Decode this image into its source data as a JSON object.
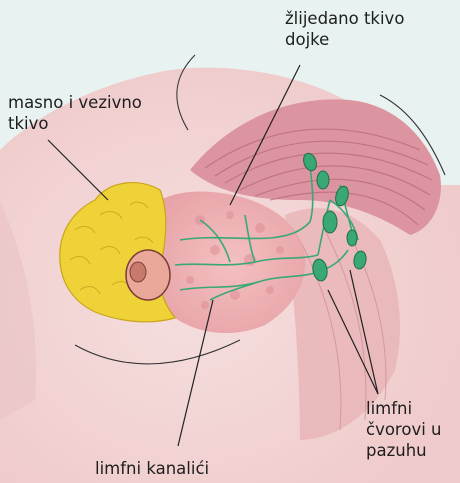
{
  "labels": {
    "glandular": [
      "žlijedano tkivo",
      "dojke"
    ],
    "fatty": [
      "masno i vezivno",
      "tkivo"
    ],
    "lymph_nodes": [
      "limfni",
      "čvorovi u",
      "pazuhu"
    ],
    "lymph_ducts": [
      "limfni kanalići"
    ]
  },
  "colors": {
    "background": "#e7f2f1",
    "skin": "#f2cfcf",
    "muscle": "#d98c98",
    "glandular_tissue": "#eeb2b4",
    "fat": "#efd238",
    "lymph": "#3aa874",
    "leader_line": "#222222"
  }
}
